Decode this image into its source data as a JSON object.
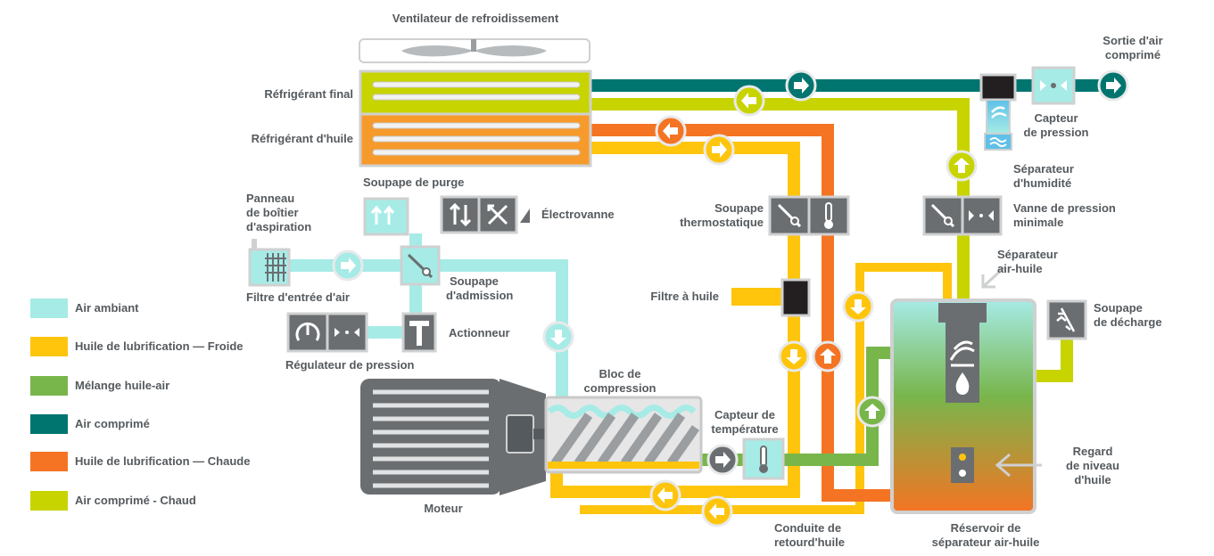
{
  "colors": {
    "ambient": "#a6ebe6",
    "cold_oil": "#fec50c",
    "mix": "#78b64c",
    "compressed": "#00756f",
    "hot_oil": "#f47423",
    "hot_air": "#c8d400",
    "gray": "#6b6e71",
    "light_gray": "#cfd0d1",
    "text": "#555a5e"
  },
  "labels": {
    "cooling_fan": "Ventilateur de refroidissement",
    "final_cooler": "Réfrigérant final",
    "oil_cooler": "Réfrigérant d'huile",
    "purge_valve": "Soupape de purge",
    "solenoid": "Électrovanne",
    "intake_panel": [
      "Panneau",
      "de boîtier",
      "d'aspiration"
    ],
    "intake_valve": [
      "Soupape",
      "d'admission"
    ],
    "air_filter": "Filtre d'entrée d'air",
    "actuator": "Actionneur",
    "pressure_regulator": "Régulateur de pression",
    "thermostatic_valve": [
      "Soupape",
      "thermostatique"
    ],
    "oil_filter": "Filtre à huile",
    "compression_block": [
      "Bloc de",
      "compression"
    ],
    "temp_sensor": [
      "Capteur de",
      "température"
    ],
    "motor": "Moteur",
    "oil_return": [
      "Conduite de",
      "retourd'huile"
    ],
    "reservoir": [
      "Réservoir de",
      "séparateur air-huile"
    ],
    "oil_level": [
      "Regard",
      "de niveau",
      "d'huile"
    ],
    "relief_valve": [
      "Soupape",
      "de décharge"
    ],
    "air_oil_separator": [
      "Séparateur",
      "air-huile"
    ],
    "min_pressure_valve": [
      "Vanne de pression",
      "minimale"
    ],
    "moisture_separator": [
      "Séparateur",
      "d'humidité"
    ],
    "pressure_sensor": [
      "Capteur",
      "de pression"
    ],
    "air_outlet": [
      "Sortie d'air",
      "comprimé"
    ]
  },
  "legend": [
    {
      "label": "Air ambiant",
      "color": "#a6ebe6"
    },
    {
      "label": "Huile de lubrification — Froide",
      "color": "#fec50c"
    },
    {
      "label": "Mélange huile-air",
      "color": "#78b64c"
    },
    {
      "label": "Air comprimé",
      "color": "#00756f"
    },
    {
      "label": "Huile de lubrification — Chaude",
      "color": "#f47423"
    },
    {
      "label": "Air comprimé - Chaud",
      "color": "#c8d400"
    }
  ]
}
